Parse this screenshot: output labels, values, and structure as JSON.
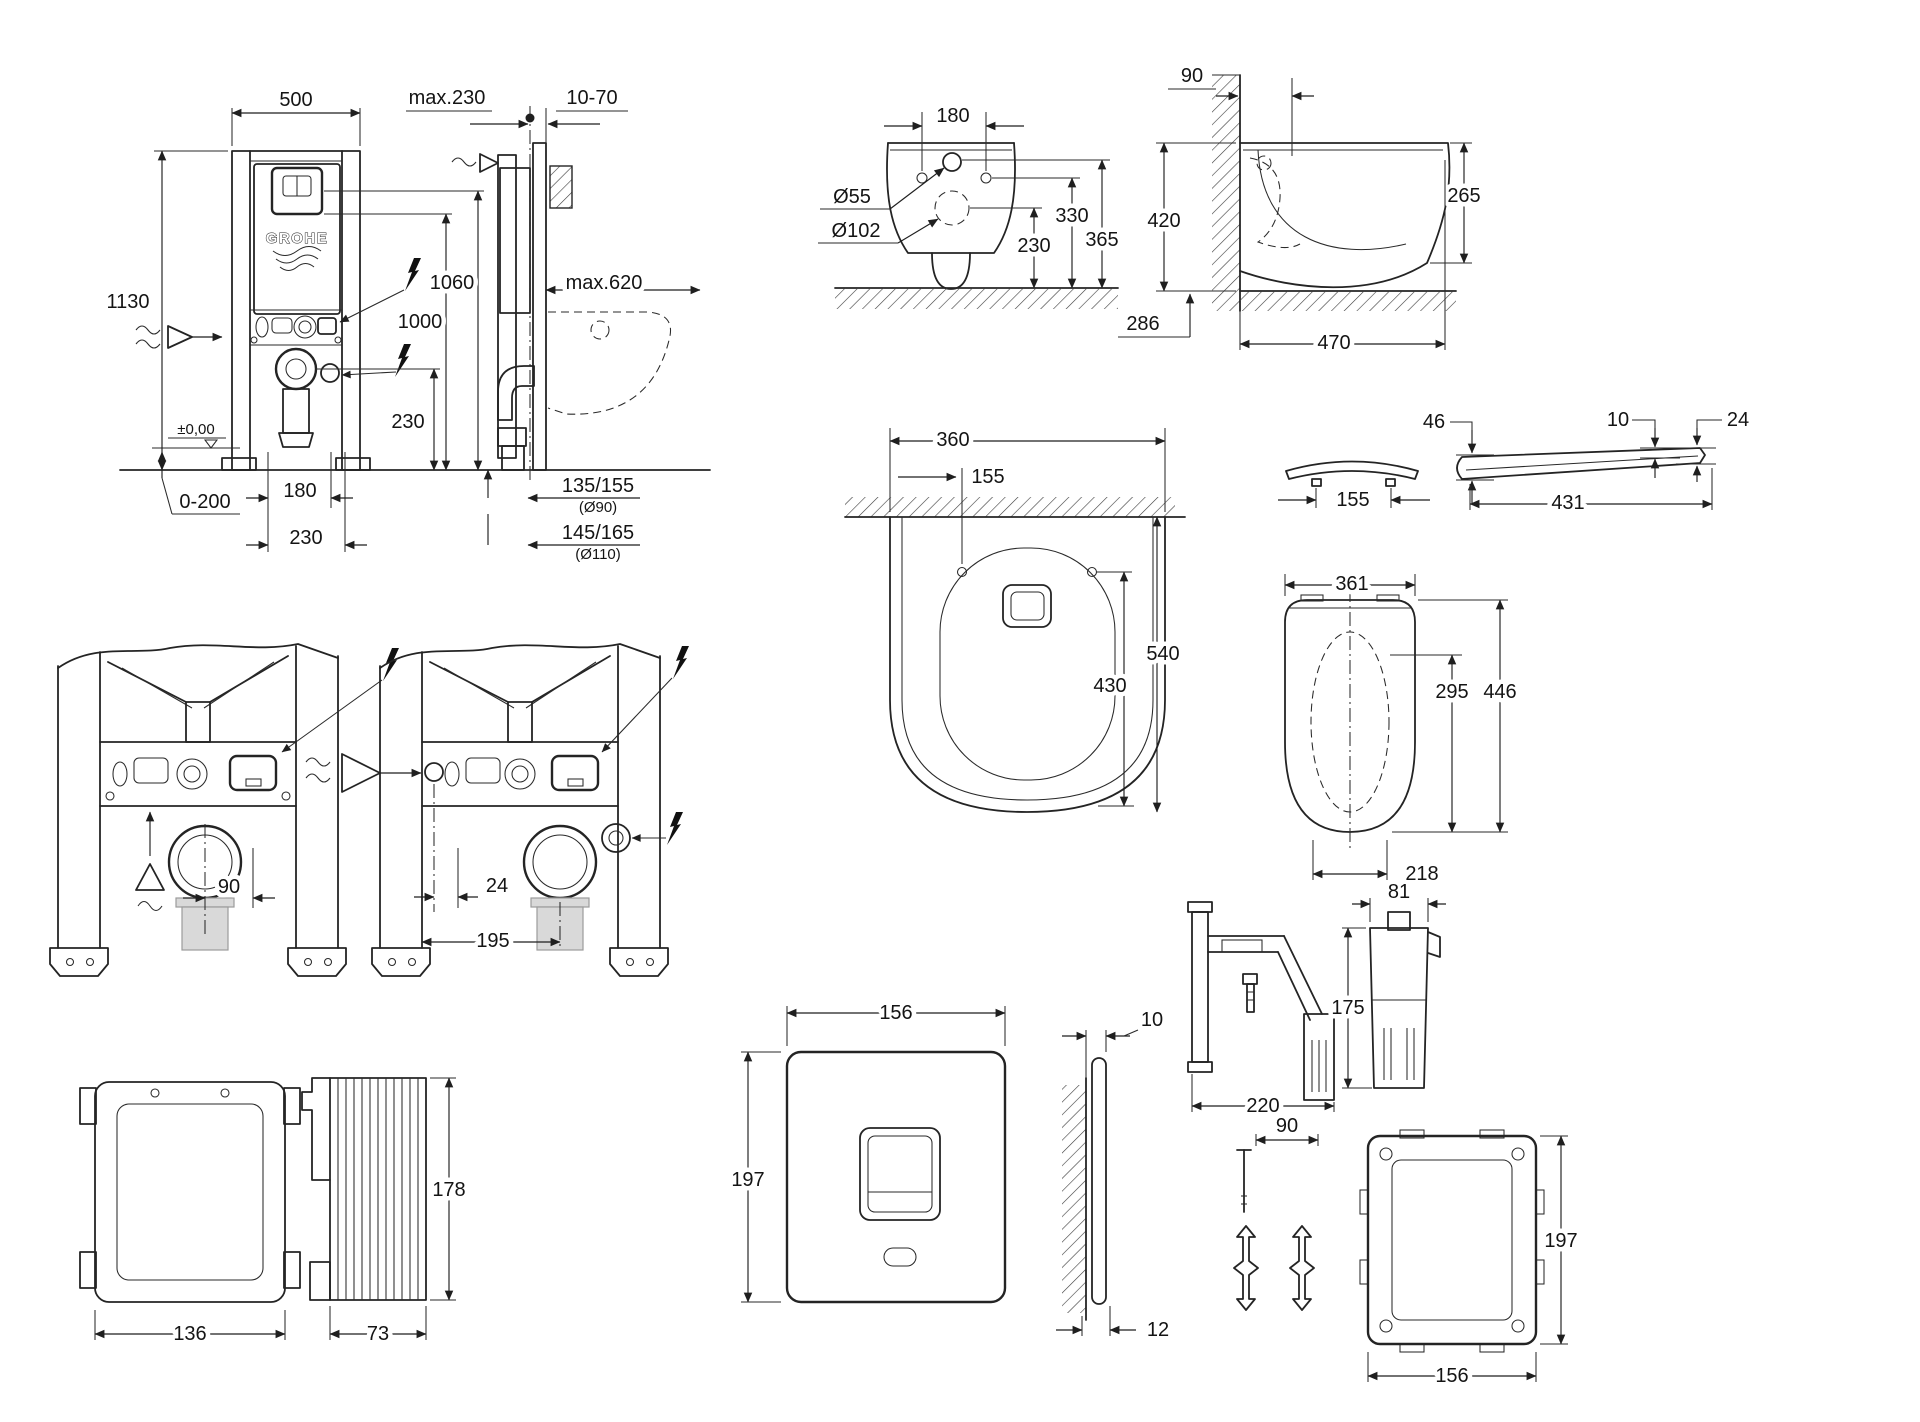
{
  "document": {
    "type": "technical-dimension-drawing",
    "product": "Wall-hung WC installation set (cistern frame, bowl, seat, flush plate, fixings)",
    "background_color": "#ffffff",
    "line_color": "#242424"
  },
  "brand": {
    "name": "GROHE"
  },
  "symbols": {
    "lightning": "electrical-connection",
    "wavy_arrow": "water-supply-inlet",
    "triangle_wave": "drain-connection"
  },
  "views": {
    "frame_front": {
      "title": "installation frame - front view",
      "dims": {
        "width": "500",
        "height": "1130",
        "plate_center_height": "1060",
        "supply_height": "1000",
        "drain_height": "230",
        "floor_level": "±0,00",
        "floor_range": "0-200",
        "offset_a": "180",
        "offset_b": "230"
      }
    },
    "frame_side": {
      "title": "installation frame - side view",
      "dims": {
        "depth_max": "max.230",
        "wall_gap": "10-70",
        "projection_max": "max.620",
        "outlet_height_1": "135/155",
        "outlet_dia_1": "(Ø90)",
        "outlet_height_2": "145/165",
        "outlet_dia_2": "(Ø110)"
      }
    },
    "wc_front": {
      "title": "WC bowl - rear view",
      "dims": {
        "hole_spacing": "180",
        "inlet_dia": "Ø55",
        "outlet_dia": "Ø102",
        "outlet_center_height": "230",
        "hole_height": "330",
        "inlet_height": "365",
        "rear_offset": "286"
      }
    },
    "wc_side": {
      "title": "WC bowl - side view",
      "dims": {
        "fixing_depth": "90",
        "height": "420",
        "front_height": "265",
        "projection": "470"
      }
    },
    "wc_top": {
      "title": "WC bowl - top view",
      "dims": {
        "width": "360",
        "hole_offset": "155",
        "inner_length": "430",
        "length": "540"
      }
    },
    "seat_profile_a": {
      "title": "seat lid - front profile",
      "dims": {
        "damper_spacing": "155"
      }
    },
    "seat_profile_b": {
      "title": "seat - side profile",
      "dims": {
        "rear_height": "46",
        "lid_thickness": "10",
        "total_thickness": "24",
        "length": "431"
      }
    },
    "seat_top": {
      "title": "seat - top view",
      "dims": {
        "width": "361",
        "opening_length": "295",
        "length": "446",
        "hinge_spacing": "218"
      }
    },
    "frame_detail_a": {
      "title": "frame lower detail - variant A",
      "dims": {
        "drain_offset": "90"
      }
    },
    "frame_detail_b": {
      "title": "frame lower detail - variant B",
      "dims": {
        "hole_offset": "24",
        "drain_offset": "195"
      }
    },
    "pad_front": {
      "title": "sound insulation pad - front",
      "dims": {
        "width": "136"
      }
    },
    "pad_side": {
      "title": "sound insulation pad - side",
      "dims": {
        "height": "178",
        "width": "73"
      }
    },
    "plate_front": {
      "title": "flush plate - front",
      "dims": {
        "width": "156",
        "height": "197"
      }
    },
    "plate_side": {
      "title": "flush plate - side",
      "dims": {
        "thickness": "10",
        "depth": "12"
      }
    },
    "bracket": {
      "title": "support bracket",
      "dims": {
        "length": "220"
      }
    },
    "cup": {
      "title": "protection sleeve",
      "dims": {
        "width": "81",
        "height": "175"
      }
    },
    "fixing_set": {
      "title": "fixing set",
      "dims": {
        "screw_length": "90",
        "frame_height": "197",
        "frame_width": "156"
      }
    }
  }
}
